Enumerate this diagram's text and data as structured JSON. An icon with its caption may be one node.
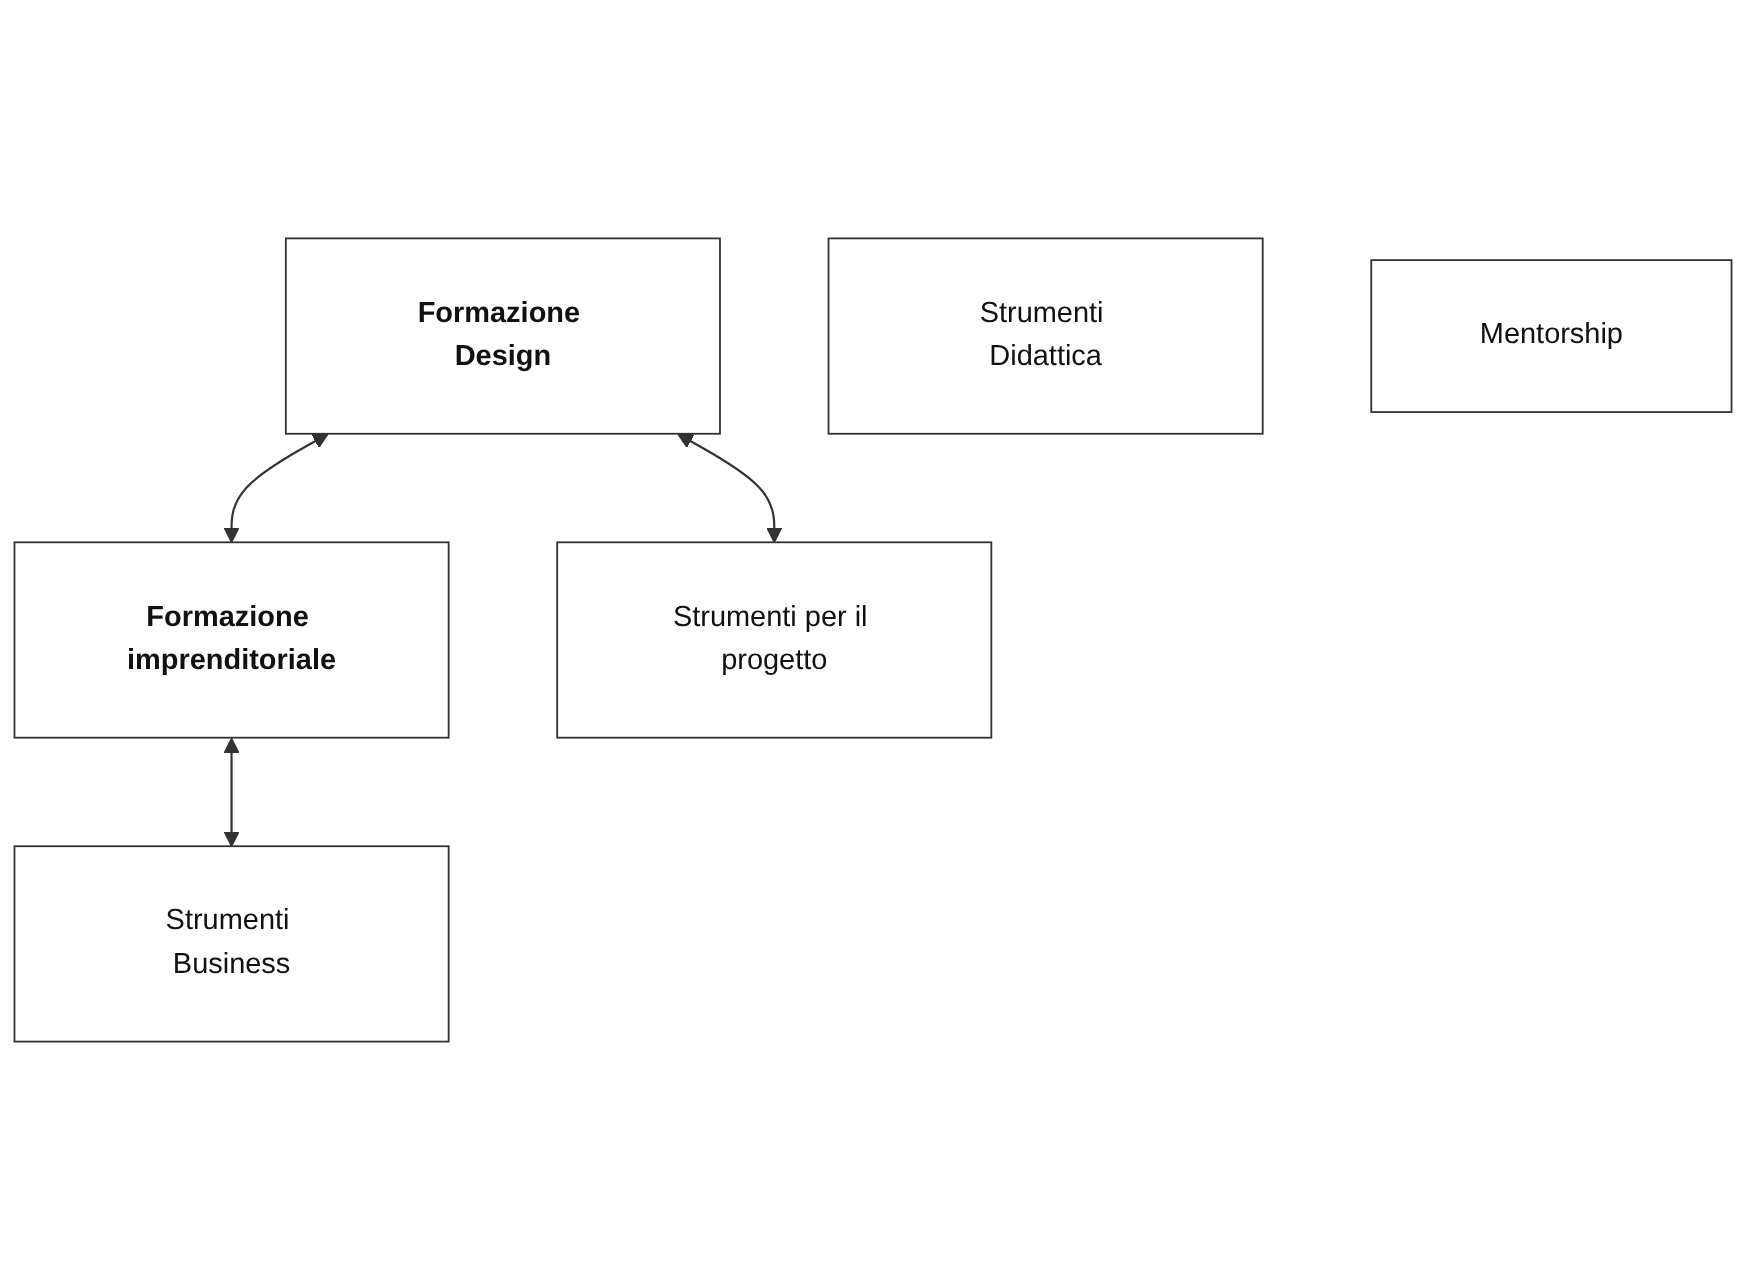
{
  "diagram": {
    "nodes": [
      {
        "text": [
          "Formazione Design"
        ]
      },
      {
        "text": [
          "Formazione imprenditoriale"
        ]
      },
      {
        "text": [
          "Strumenti per il progetto"
        ]
      },
      {
        "text": [
          "Strumenti Business"
        ]
      },
      {
        "text": [
          "Strumenti Didattica"
        ]
      },
      {
        "text": [
          "Mentorship"
        ]
      }
    ],
    "edges": [
      {
        "from": 0,
        "to": 1,
        "arrow": "both"
      },
      {
        "from": 0,
        "to": 2,
        "arrow": "both"
      },
      {
        "from": 1,
        "to": 3,
        "arrow": "both"
      }
    ]
  }
}
